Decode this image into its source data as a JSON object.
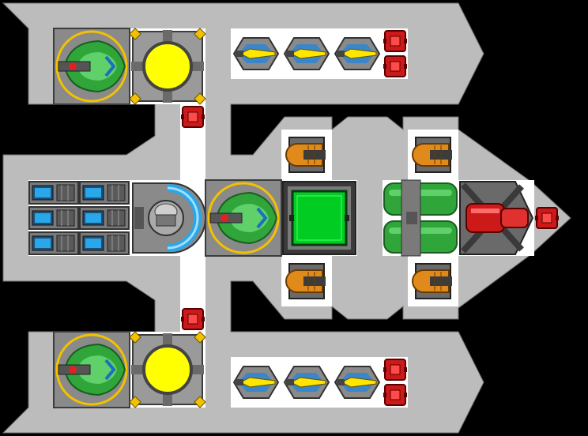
{
  "view": {
    "background": "#000000",
    "hull": "#bcbcbc",
    "hull_edge": "#6e6e6e",
    "floor": "#ffffff"
  },
  "colors": {
    "shield_green": "#2fa53a",
    "shield_gold": "#f2c200",
    "reactor_yellow": "#ffff00",
    "repair_green": "#00cc22",
    "armor_red": "#cc1a1a",
    "cannon_blue": "#3a86c8",
    "thruster_orange": "#e08a1c",
    "battery_blue": "#2aa7e8",
    "metal": "#8a8a8a",
    "metal_dark": "#3c3c3c"
  },
  "modules": {
    "shield_top": {
      "icon": "shield-generator-icon"
    },
    "reactor_top": {
      "icon": "reactor-core-icon"
    },
    "cannons_top": {
      "icon": "laser-cannon-icon",
      "count": 3
    },
    "armor_top_1": {
      "icon": "armor-block-icon"
    },
    "armor_top_2": {
      "icon": "armor-block-icon"
    },
    "armor_corridor_top": {
      "icon": "armor-block-icon"
    },
    "batteries": {
      "icon": "battery-cell-icon",
      "count": 6
    },
    "command_pod": {
      "icon": "command-pod-icon"
    },
    "shield_mid": {
      "icon": "shield-generator-icon"
    },
    "repair_bay": {
      "icon": "repair-bay-icon"
    },
    "engine": {
      "icon": "engine-tank-icon"
    },
    "missile_launcher": {
      "icon": "missile-launcher-icon"
    },
    "armor_nose": {
      "icon": "armor-block-icon"
    },
    "thrusters": {
      "icon": "thruster-icon",
      "count": 4
    },
    "armor_corridor_bottom": {
      "icon": "armor-block-icon"
    },
    "shield_bottom": {
      "icon": "shield-generator-icon"
    },
    "reactor_bottom": {
      "icon": "reactor-core-icon"
    },
    "cannons_bottom": {
      "icon": "laser-cannon-icon",
      "count": 3
    },
    "armor_bottom_1": {
      "icon": "armor-block-icon"
    },
    "armor_bottom_2": {
      "icon": "armor-block-icon"
    }
  }
}
